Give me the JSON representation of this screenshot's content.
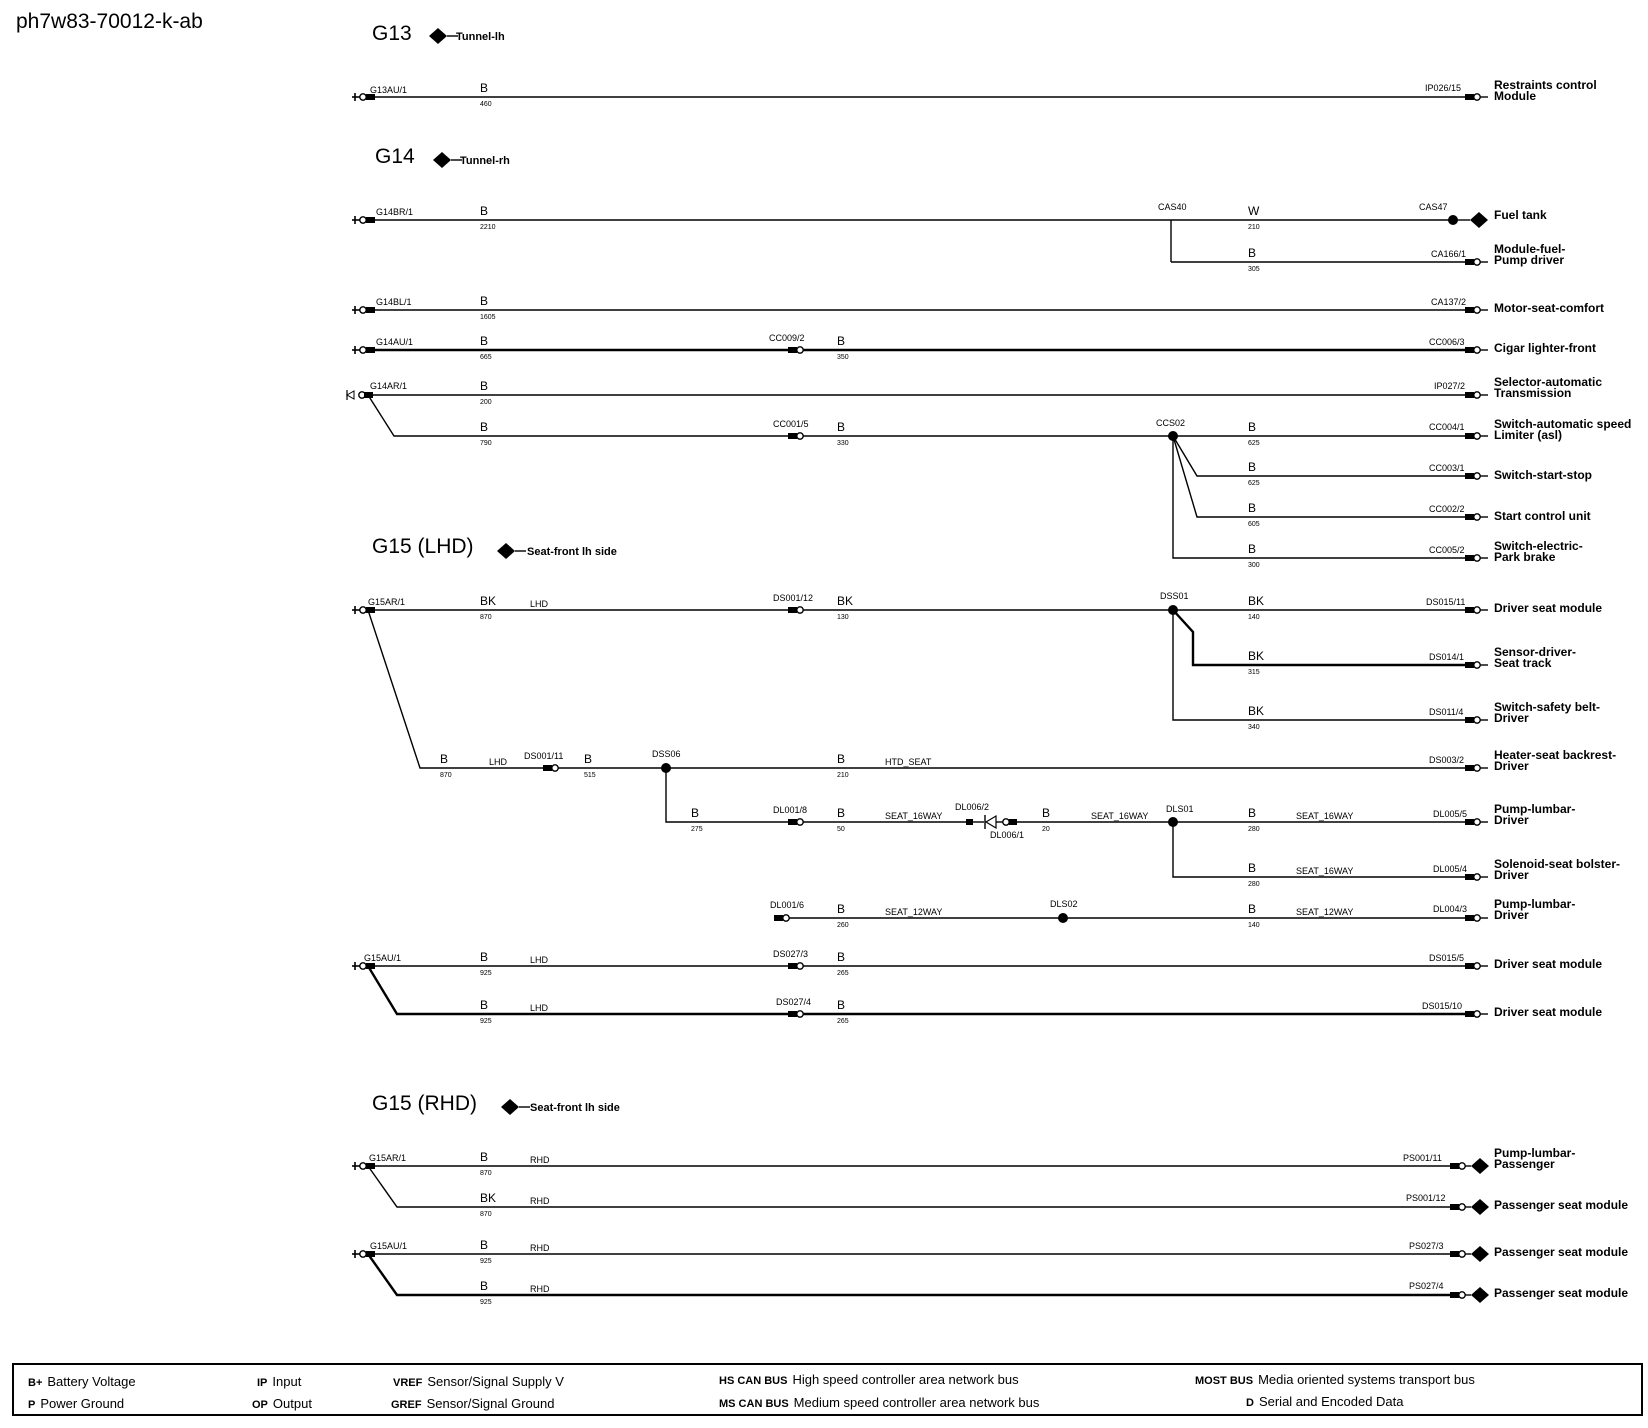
{
  "document_id": "ph7w83-70012-k-ab",
  "sections": {
    "g13": {
      "title": "G13",
      "location": "Tunnel-lh"
    },
    "g14": {
      "title": "G14",
      "location": "Tunnel-rh"
    },
    "g15_lhd": {
      "title": "G15 (LHD)",
      "location": "Seat-front lh side"
    },
    "g15_rhd": {
      "title": "G15 (RHD)",
      "location": "Seat-front lh side"
    }
  },
  "labels": [
    "G13AU/1",
    "460",
    "IP026/15",
    "G14BR/1",
    "2210",
    "CAS40",
    "210",
    "CAS47",
    "305",
    "CA166/1",
    "G14BL/1",
    "1605",
    "CA137/2",
    "G14AU/1",
    "665",
    "CC009/2",
    "350",
    "CC006/3",
    "G14AR/1",
    "200",
    "IP027/2",
    "790",
    "CC001/5",
    "330",
    "CCS02",
    "625",
    "CC004/1",
    "CC003/1",
    "605",
    "CC002/2",
    "300",
    "CC005/2",
    "G15AR/1",
    "LHD",
    "870",
    "DS001/12",
    "130",
    "DSS01",
    "140",
    "DS015/11",
    "315",
    "DS014/1",
    "340",
    "DS011/4",
    "DS001/11",
    "515",
    "DSS06",
    "210",
    "HTD_SEAT",
    "DS003/2",
    "275",
    "DL001/8",
    "50",
    "SEAT_16WAY",
    "DL006/2",
    "DL006/1",
    "20",
    "DLS01",
    "280",
    "DL005/5",
    "DL005/4",
    "DL001/6",
    "260",
    "SEAT_12WAY",
    "DLS02",
    "DL004/3",
    "G15AU/1",
    "925",
    "DS027/3",
    "265",
    "DS015/5",
    "DS027/4",
    "DS015/10",
    "RHD",
    "PS001/11",
    "PS001/12",
    "PS027/3",
    "PS027/4"
  ],
  "wire_colors": [
    "B",
    "W",
    "BK"
  ],
  "destinations": [
    [
      "Restraints control",
      "Module"
    ],
    [
      "Fuel tank"
    ],
    [
      "Module-fuel-",
      "Pump driver"
    ],
    [
      "Motor-seat-comfort"
    ],
    [
      "Cigar lighter-front"
    ],
    [
      "Selector-automatic",
      "Transmission"
    ],
    [
      "Switch-automatic speed",
      "Limiter (asl)"
    ],
    [
      "Switch-start-stop"
    ],
    [
      "Start control unit"
    ],
    [
      "Switch-electric-",
      "Park brake"
    ],
    [
      "Driver seat module"
    ],
    [
      "Sensor-driver-",
      "Seat track"
    ],
    [
      "Switch-safety belt-",
      "Driver"
    ],
    [
      "Heater-seat backrest-",
      "Driver"
    ],
    [
      "Pump-lumbar-",
      "Driver"
    ],
    [
      "Solenoid-seat bolster-",
      "Driver"
    ],
    [
      "Pump-lumbar-",
      "Driver"
    ],
    [
      "Driver seat module"
    ],
    [
      "Driver seat module"
    ],
    [
      "Pump-lumbar-",
      "Passenger"
    ],
    [
      "Passenger seat module"
    ],
    [
      "Passenger seat module"
    ],
    [
      "Passenger seat module"
    ]
  ],
  "legend": [
    {
      "abbr": "B+",
      "text": "Battery Voltage"
    },
    {
      "abbr": "P",
      "text": "Power Ground"
    },
    {
      "abbr": "IP",
      "text": "Input"
    },
    {
      "abbr": "OP",
      "text": "Output"
    },
    {
      "abbr": "VREF",
      "text": "Sensor/Signal Supply V"
    },
    {
      "abbr": "GREF",
      "text": "Sensor/Signal Ground"
    },
    {
      "abbr": "HS CAN BUS",
      "text": "High speed controller area network bus"
    },
    {
      "abbr": "MS CAN BUS",
      "text": "Medium speed controller area network bus"
    },
    {
      "abbr": "MOST BUS",
      "text": "Media oriented systems transport bus"
    },
    {
      "abbr": "D",
      "text": "Serial and Encoded Data"
    }
  ]
}
